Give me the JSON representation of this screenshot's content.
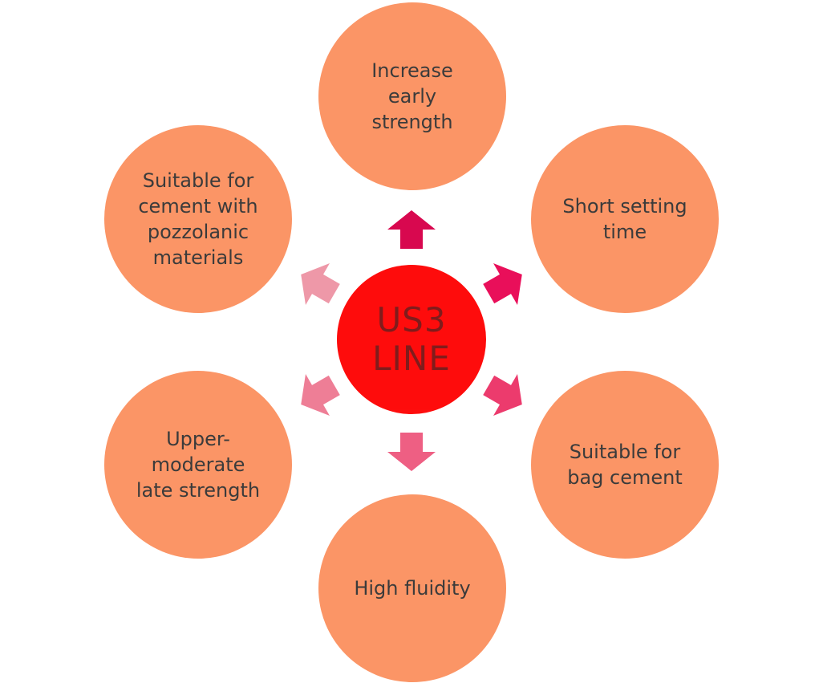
{
  "center": {
    "label": "US3\nLINE",
    "color": "#fe0000"
  },
  "nodes": [
    {
      "label": "Increase\nearly\nstrength"
    },
    {
      "label": "Short setting\ntime"
    },
    {
      "label": "Suitable for\nbag cement"
    },
    {
      "label": "High fluidity"
    },
    {
      "label": "Upper-\nmoderate\nlate strength"
    },
    {
      "label": "Suitable for\ncement with\npozzolanic\nmaterials"
    }
  ],
  "colors": {
    "node_fill": "#fb9566",
    "node_text": "#3b3b3b",
    "arrow_top": "#d8084f",
    "arrow_top_right": "#e90f5a",
    "arrow_bottom_right": "#ec3b6d",
    "arrow_bottom": "#ee5f83",
    "arrow_bottom_left": "#ee7e96",
    "arrow_top_left": "#ee98a8"
  }
}
